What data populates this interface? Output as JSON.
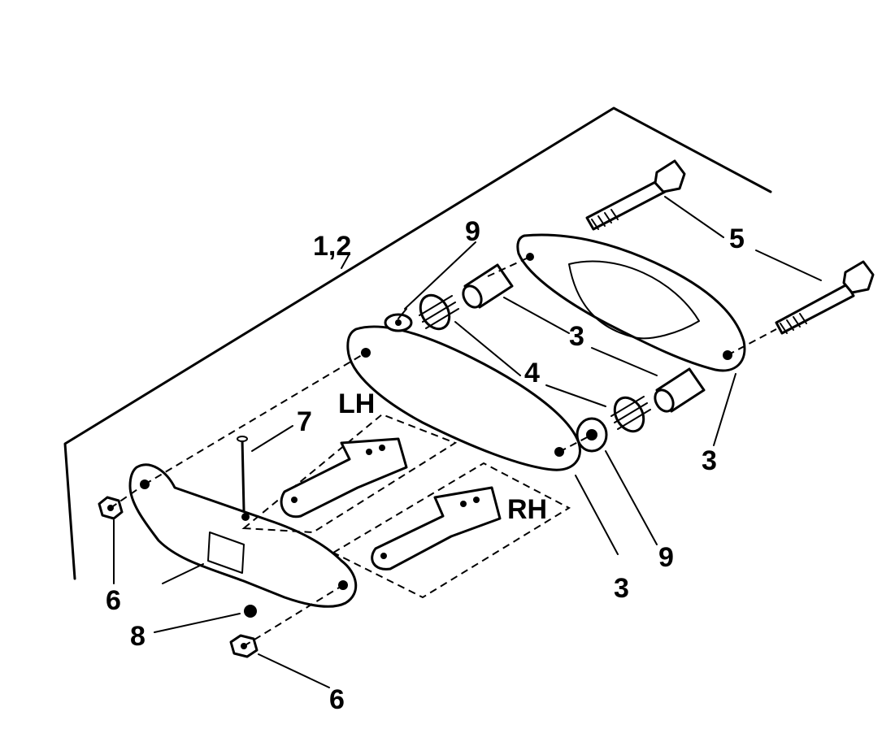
{
  "callouts": {
    "assembly": "1,2",
    "spacer_tube_upper": "3",
    "spacer_tube_lower": "3",
    "plate_right": "3",
    "plate_center": "3",
    "spring_center": "4",
    "bolts": "5",
    "nut_left": "6",
    "nut_bottom": "6",
    "pin": "7",
    "lock_washer": "8",
    "washer_upper": "9",
    "washer_lower": "9",
    "side_left": "LH",
    "side_right": "RH"
  }
}
